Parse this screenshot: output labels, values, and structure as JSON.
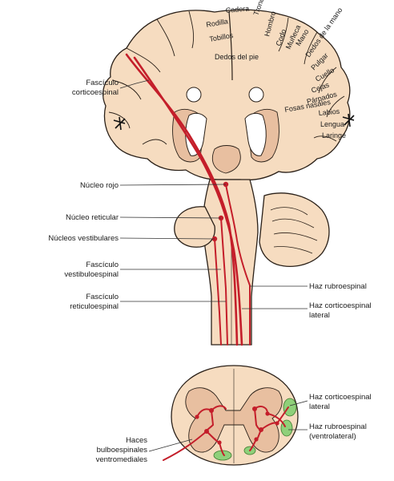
{
  "colors": {
    "tissue": "#f6dcc0",
    "tract": "#c41e2a",
    "nucleus": "#e8bfa0",
    "gray_matter_area": "#8fd07a"
  },
  "homunculus": [
    "Cadera",
    "Tronco",
    "Rodilla",
    "Hombro",
    "Tobillos",
    "Codo",
    "Muñeca",
    "Dedos del pie",
    "Mano",
    "Dedos de la mano",
    "Pulgar",
    "Cuello",
    "Cejas",
    "Párpados",
    "Fosas nasales",
    "Labios",
    "Lengua",
    "Laringe"
  ],
  "left_labels": {
    "corticospinal": [
      "Fascículo",
      "corticoespinal"
    ],
    "red_nucleus": "Núcleo rojo",
    "reticular_nucleus": "Núcleo reticular",
    "vestibular_nuclei": "Núcleos vestibulares",
    "vestibulospinal": [
      "Fascículo",
      "vestibuloespinal"
    ],
    "reticulospinal": [
      "Fascículo",
      "reticuloespinal"
    ],
    "bulbospinal": [
      "Haces",
      "bulboespinales",
      "ventromediales"
    ]
  },
  "right_labels": {
    "rubrospinal": "Haz rubroespinal",
    "lateral_corticospinal": [
      "Haz corticoespinal",
      "lateral"
    ],
    "cord_lateral_corticospinal": [
      "Haz corticoespinal",
      "lateral"
    ],
    "cord_rubrospinal": [
      "Haz rubroespinal",
      "(ventrolateral)"
    ]
  }
}
